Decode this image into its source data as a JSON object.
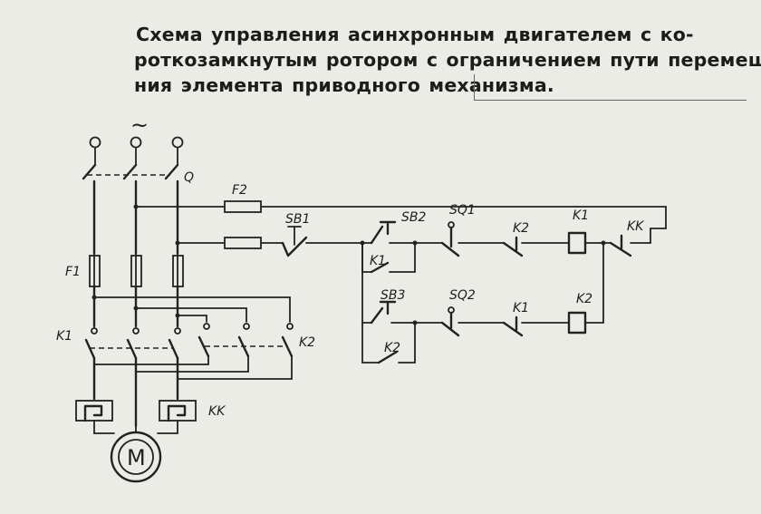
{
  "title": {
    "line1": "Схема управления асинхронным двигателем с ко-",
    "line2": "роткозамкнутым ротором с ограничением пути перемеще-",
    "line3": "ния элемента приводного механизма."
  },
  "labels": {
    "ac": "~",
    "q": "Q",
    "f1": "F1",
    "f2": "F2",
    "k1_main": "K1",
    "k2_main": "K2",
    "kk_main": "KK",
    "motor": "M",
    "sb1": "SB1",
    "sb2": "SB2",
    "sb3": "SB3",
    "sq1": "SQ1",
    "sq2": "SQ2",
    "k1_hold": "K1",
    "k2_hold": "K2",
    "k2_interlock": "K2",
    "k1_interlock": "K1",
    "k1_coil": "K1",
    "k2_coil": "K2",
    "kk_contact": "KK"
  }
}
